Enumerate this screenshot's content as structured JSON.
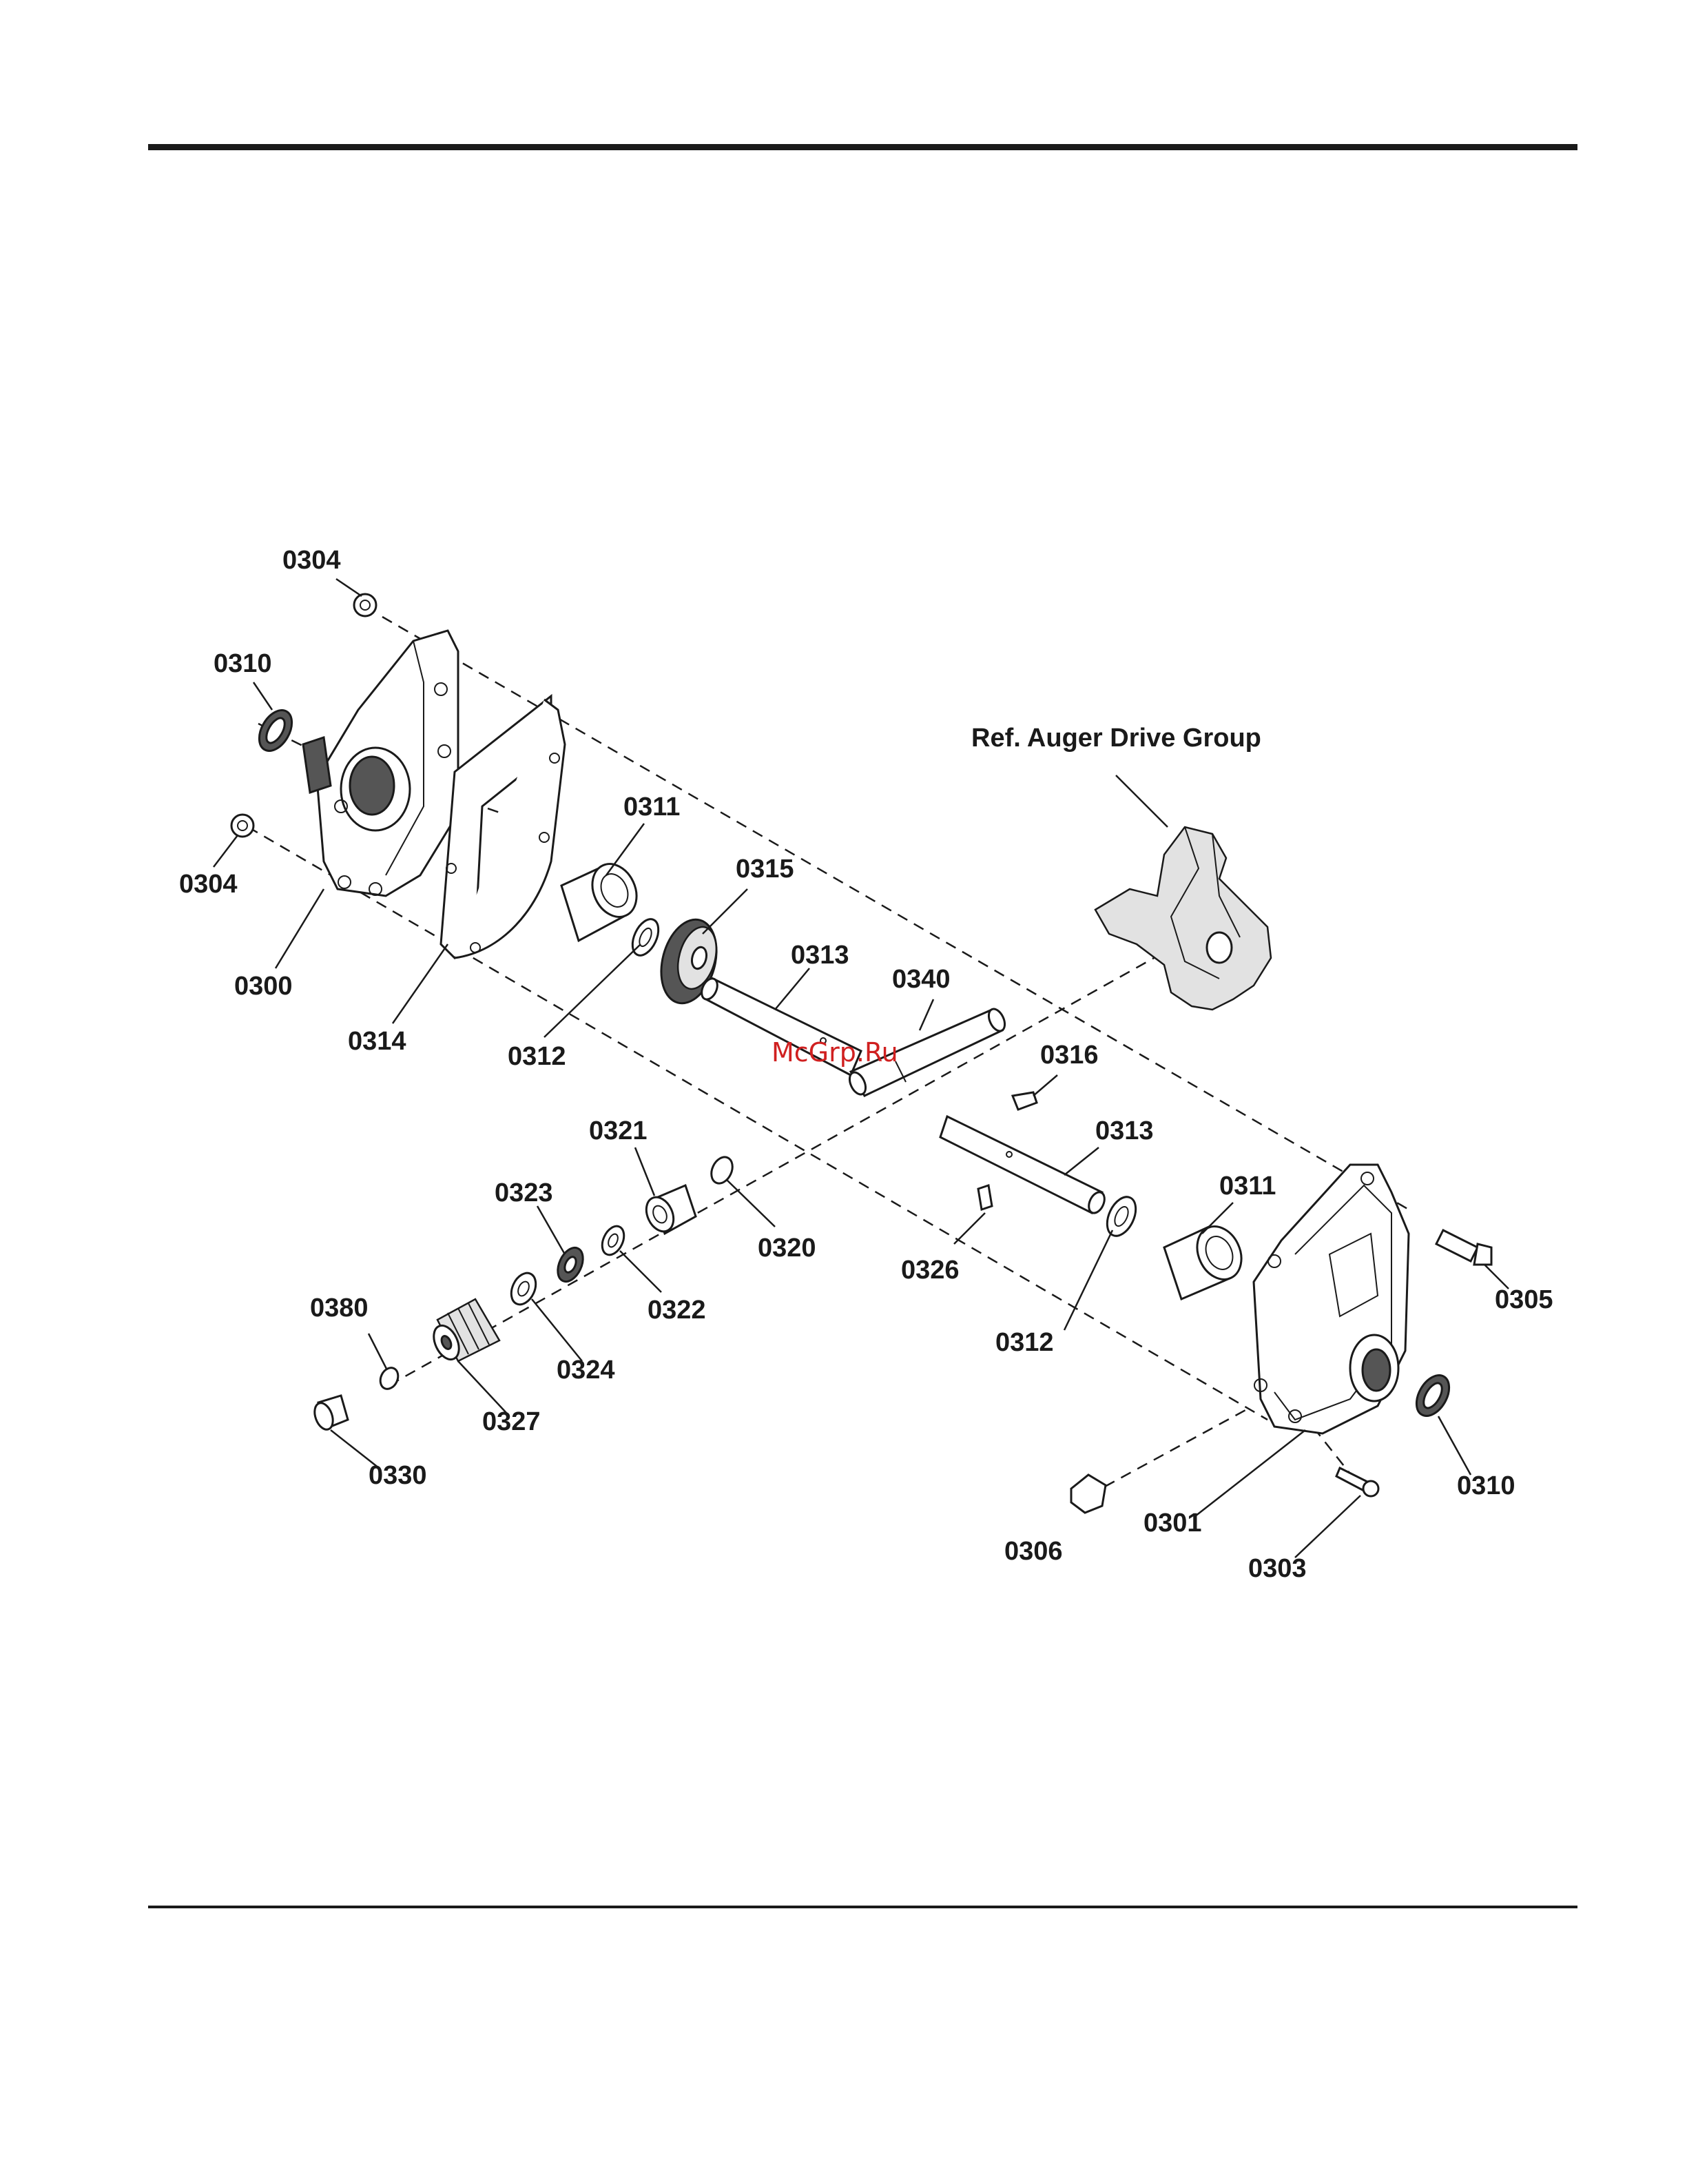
{
  "reference_label": "Ref. Auger Drive Group",
  "watermark": "McGrp.Ru",
  "callouts": {
    "c0304a": "0304",
    "c0310a": "0310",
    "c0304b": "0304",
    "c0300": "0300",
    "c0314": "0314",
    "c0311a": "0311",
    "c0312a": "0312",
    "c0315": "0315",
    "c0313a": "0313",
    "c0340": "0340",
    "c0316": "0316",
    "c0313b": "0313",
    "c0311b": "0311",
    "c0321": "0321",
    "c0320": "0320",
    "c0323": "0323",
    "c0322": "0322",
    "c0326": "0326",
    "c0312b": "0312",
    "c0305": "0305",
    "c0380": "0380",
    "c0324": "0324",
    "c0327": "0327",
    "c0330": "0330",
    "c0306": "0306",
    "c0301": "0301",
    "c0310b": "0310",
    "c0303": "0303"
  },
  "colors": {
    "ink": "#1a1a1a",
    "watermark": "#d02020"
  }
}
